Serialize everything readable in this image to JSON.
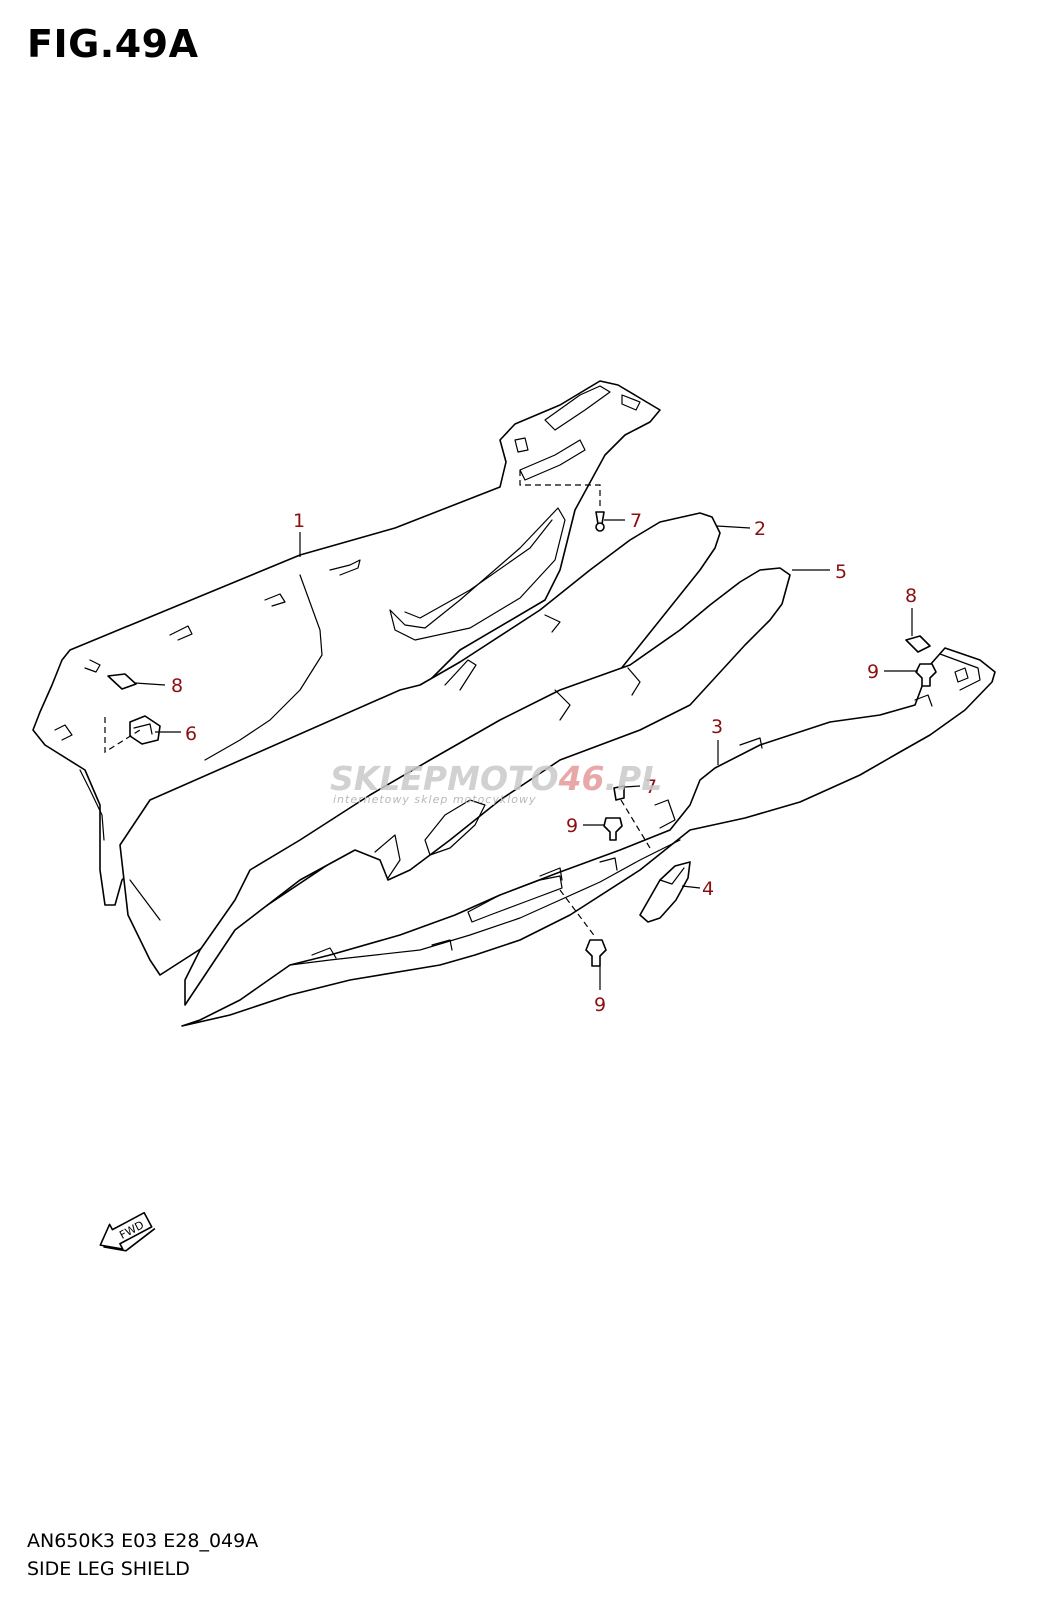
{
  "figure": {
    "title": "FIG.49A",
    "model_code": "AN650K3 E03 E28_049A",
    "section_name": "SIDE LEG SHIELD"
  },
  "watermark": {
    "main_left": "SKLEP",
    "main_mid": "MOTO",
    "main_red": "46",
    "main_right": ".PL",
    "tagline": "internetowy sklep motocyklowy"
  },
  "fwd_label": "FWD",
  "callouts": [
    {
      "id": "c1",
      "label": "1"
    },
    {
      "id": "c2",
      "label": "2"
    },
    {
      "id": "c3",
      "label": "3"
    },
    {
      "id": "c4",
      "label": "4"
    },
    {
      "id": "c5",
      "label": "5"
    },
    {
      "id": "c6",
      "label": "6"
    },
    {
      "id": "c7a",
      "label": "7"
    },
    {
      "id": "c7b",
      "label": "7"
    },
    {
      "id": "c8a",
      "label": "8"
    },
    {
      "id": "c8b",
      "label": "8"
    },
    {
      "id": "c9a",
      "label": "9"
    },
    {
      "id": "c9b",
      "label": "9"
    },
    {
      "id": "c9c",
      "label": "9"
    }
  ],
  "colors": {
    "callout": "#8a1010",
    "line": "#000000",
    "watermark_gray": "#c9c9c9",
    "watermark_red": "#e59a9a"
  }
}
